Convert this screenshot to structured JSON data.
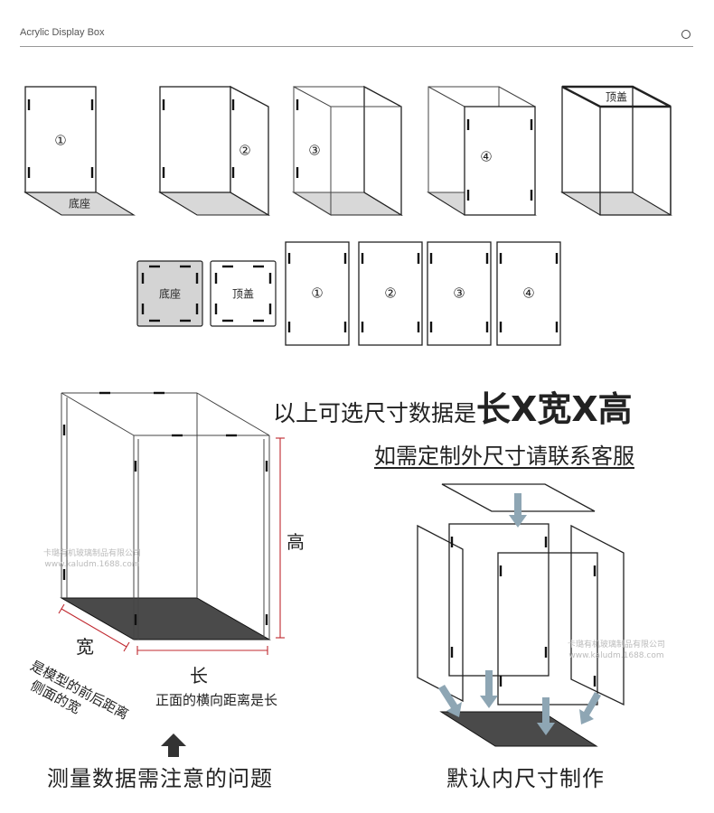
{
  "header": {
    "title": "Acrylic Display Box",
    "menu_icon": "circle-icon"
  },
  "assembly_steps": [
    {
      "label": "①",
      "base_label": "底座"
    },
    {
      "label": "②"
    },
    {
      "label": "③"
    },
    {
      "label": "④"
    },
    {
      "label": "顶盖"
    }
  ],
  "flat_panels": [
    "底座",
    "顶盖",
    "①",
    "②",
    "③",
    "④"
  ],
  "dimension_diagram": {
    "height_label": "高",
    "width_label": "宽",
    "length_label": "长",
    "length_note": "正面的横向距离是长",
    "width_note_line1": "侧面的宽",
    "width_note_line2": "是模型的前后距离"
  },
  "info": {
    "options_text": "以上可选尺寸数据是",
    "options_emphasis": "长X宽X高",
    "custom_text": "如需定制外尺寸请联系客服"
  },
  "watermark": {
    "company": "卡璐有机玻璃制品有限公司",
    "url": "www.kaludm.1688.com"
  },
  "footer": {
    "left": "测量数据需注意的问题",
    "right": "默认内尺寸制作"
  },
  "colors": {
    "arrow": "#8ea6b4",
    "dimension_line": "#c0282f",
    "base_fill": "#4a4a4a"
  }
}
